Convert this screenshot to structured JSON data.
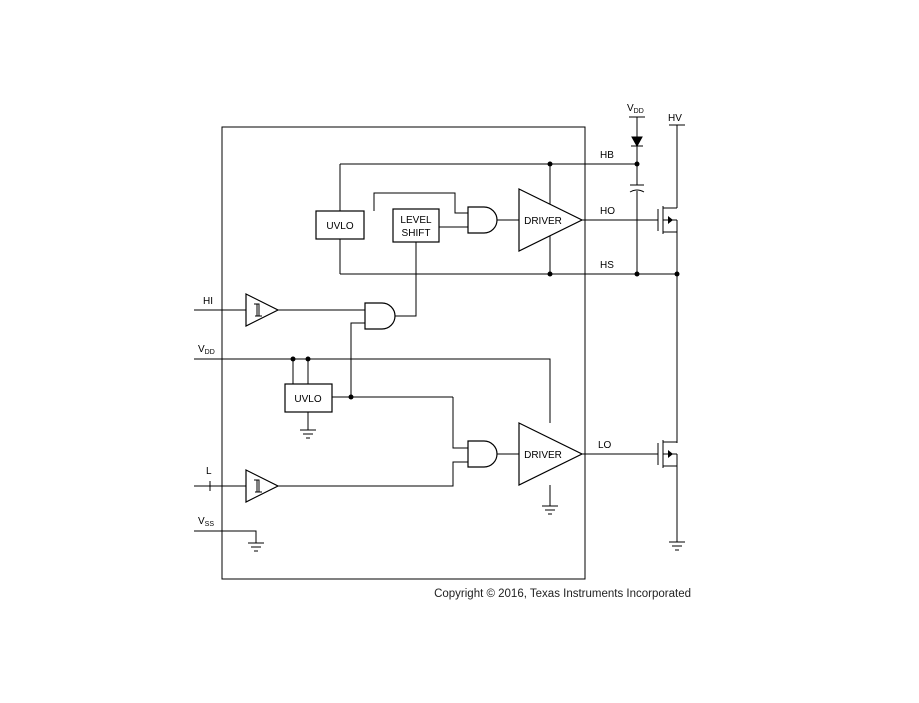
{
  "pins": {
    "hi": "HI",
    "vdd_main": "V",
    "vdd_main_sub": "DD",
    "li": "L",
    "vss": "V",
    "vss_sub": "SS",
    "vdd_top": "V",
    "vdd_top_sub": "DD",
    "hv": "HV",
    "hb": "HB",
    "ho": "HO",
    "hs": "HS",
    "lo": "LO"
  },
  "blocks": {
    "uvlo_high": "UVLO",
    "uvlo_low": "UVLO",
    "level_shift_line1": "LEVEL",
    "level_shift_line2": "SHIFT",
    "driver_high": "DRIVER",
    "driver_low": "DRIVER"
  },
  "copyright": "Copyright © 2016, Texas Instruments Incorporated"
}
